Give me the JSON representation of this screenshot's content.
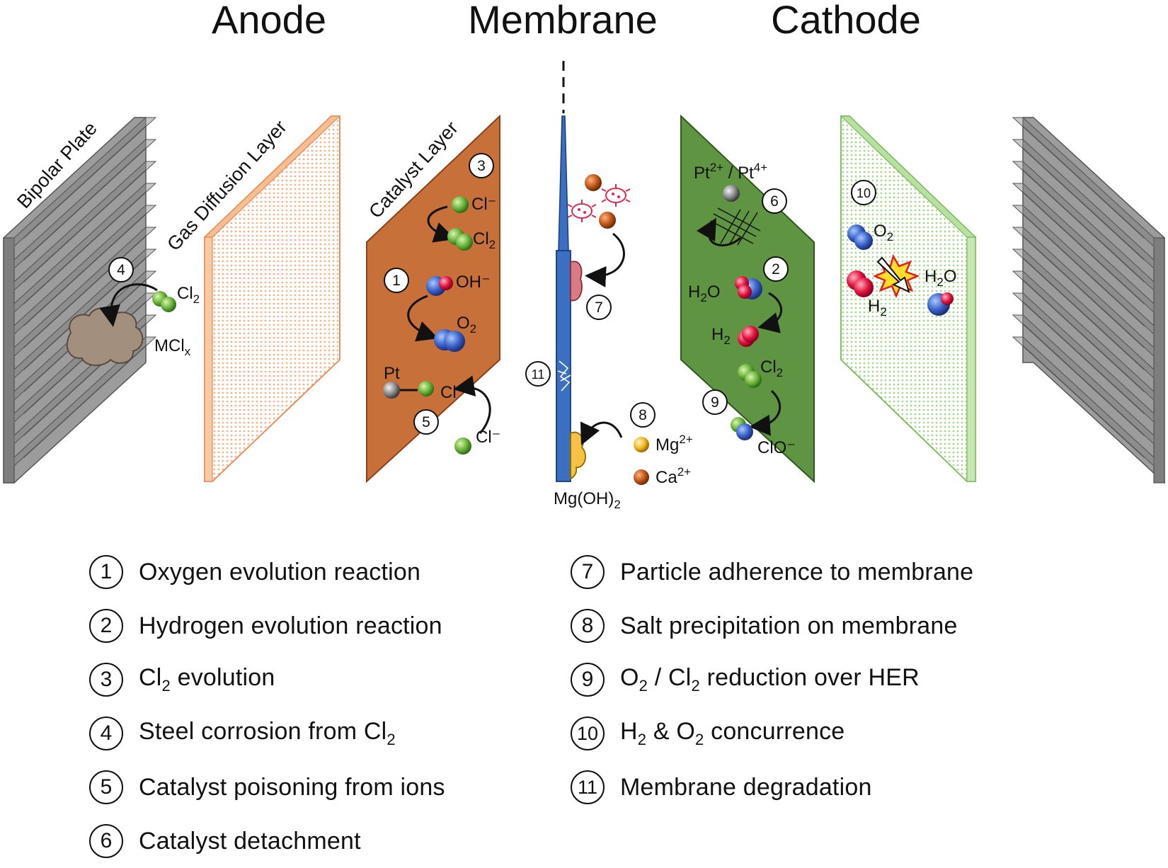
{
  "headers": {
    "anode": "Anode",
    "membrane": "Membrane",
    "cathode": "Cathode"
  },
  "layer_labels": {
    "bipolar_plate": "Bipolar Plate",
    "gas_diffusion_layer": "Gas  Diffusion Layer",
    "catalyst_layer": "Catalyst Layer"
  },
  "species": {
    "cl2_anode": "Cl",
    "sub_2": "2",
    "mcl": "MCl",
    "sub_x": "x",
    "cl_minus": "Cl⁻",
    "oh_minus": "OH⁻",
    "o2": "O",
    "pt": "Pt",
    "cl_partial": "Cl",
    "mg_oh": "Mg(OH)",
    "mg_ion": "Mg",
    "mg_charge": "2+",
    "ca_ion": "Ca",
    "ca_charge": "2+",
    "pt_ions_a": "Pt",
    "pt_ions_a_charge": "2+",
    "pt_ions_sep": " / Pt",
    "pt_ions_b_charge": "4+",
    "h2o": "H",
    "h2o_tail": "O",
    "h2": "H",
    "clo": "ClO⁻"
  },
  "markers": [
    "1",
    "2",
    "3",
    "4",
    "5",
    "6",
    "7",
    "8",
    "9",
    "10",
    "11"
  ],
  "legend": {
    "left": [
      {
        "num": "1",
        "text": "Oxygen evolution reaction"
      },
      {
        "num": "2",
        "text": "Hydrogen evolution reaction"
      },
      {
        "num": "3",
        "text_a": "Cl",
        "sub": "2",
        "text_b": " evolution"
      },
      {
        "num": "4",
        "text_a": "Steel corrosion from Cl",
        "sub": "2",
        "text_b": ""
      },
      {
        "num": "5",
        "text": "Catalyst poisoning from ions"
      },
      {
        "num": "6",
        "text": "Catalyst detachment"
      }
    ],
    "right": [
      {
        "num": "7",
        "text": "Particle adherence to membrane"
      },
      {
        "num": "8",
        "text": "Salt precipitation on membrane"
      },
      {
        "num": "9",
        "text_a": "O",
        "sub": "2",
        "text_b": " / Cl",
        "sub2": "2",
        "text_c": " reduction over HER"
      },
      {
        "num": "10",
        "text_a": "H",
        "sub": "2",
        "text_b": " & O",
        "sub2": "2",
        "text_c": " concurrence"
      },
      {
        "num": "11",
        "text": "Membrane degradation"
      }
    ]
  },
  "colors": {
    "anode_catalyst": "#c8703a",
    "gdl": "#f4a673",
    "cathode_catalyst": "#5f9443",
    "cathode_gdl": "#a9d98f",
    "membrane": "#3b6fc2",
    "plate": "#a8a8a8"
  }
}
